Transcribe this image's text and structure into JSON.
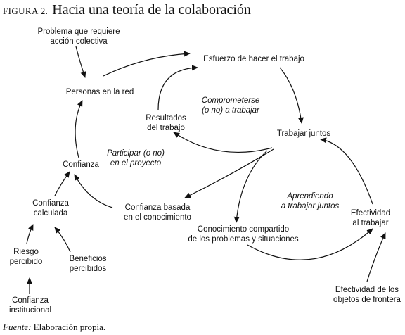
{
  "figure": {
    "label": "FIGURA 2.",
    "title": "Hacia una teoría de la colaboración"
  },
  "source": {
    "label": "Fuente:",
    "text": "Elaboración propia."
  },
  "nodes": {
    "problema": [
      "Problema que requiere",
      "acción colectiva"
    ],
    "esfuerzo": [
      "Esfuerzo de hacer el trabajo"
    ],
    "personas": [
      "Personas en la red"
    ],
    "comprometerse": [
      "Comprometerse",
      "(o no) a trabajar"
    ],
    "resultados": [
      "Resultados",
      "del trabajo"
    ],
    "trabajar_juntos": [
      "Trabajar juntos"
    ],
    "participar": [
      "Participar (o no)",
      "en el proyecto"
    ],
    "confianza": [
      "Confianza"
    ],
    "aprendiendo": [
      "Aprendiendo",
      "a trabajar juntos"
    ],
    "confianza_calculada": [
      "Confianza",
      "calculada"
    ],
    "confianza_basada": [
      "Confianza basada",
      "en el conocimiento"
    ],
    "efectividad_trabajar": [
      "Efectividad",
      "al trabajar"
    ],
    "conocimiento": [
      "Conocimiento compartido",
      "de los problemas y situaciones"
    ],
    "riesgo": [
      "Riesgo",
      "percibido"
    ],
    "beneficios": [
      "Beneficios",
      "percibidos"
    ],
    "efectividad_objetos": [
      "Efectividad de los",
      "objetos de frontera"
    ],
    "confianza_institucional": [
      "Confianza",
      "institucional"
    ]
  }
}
